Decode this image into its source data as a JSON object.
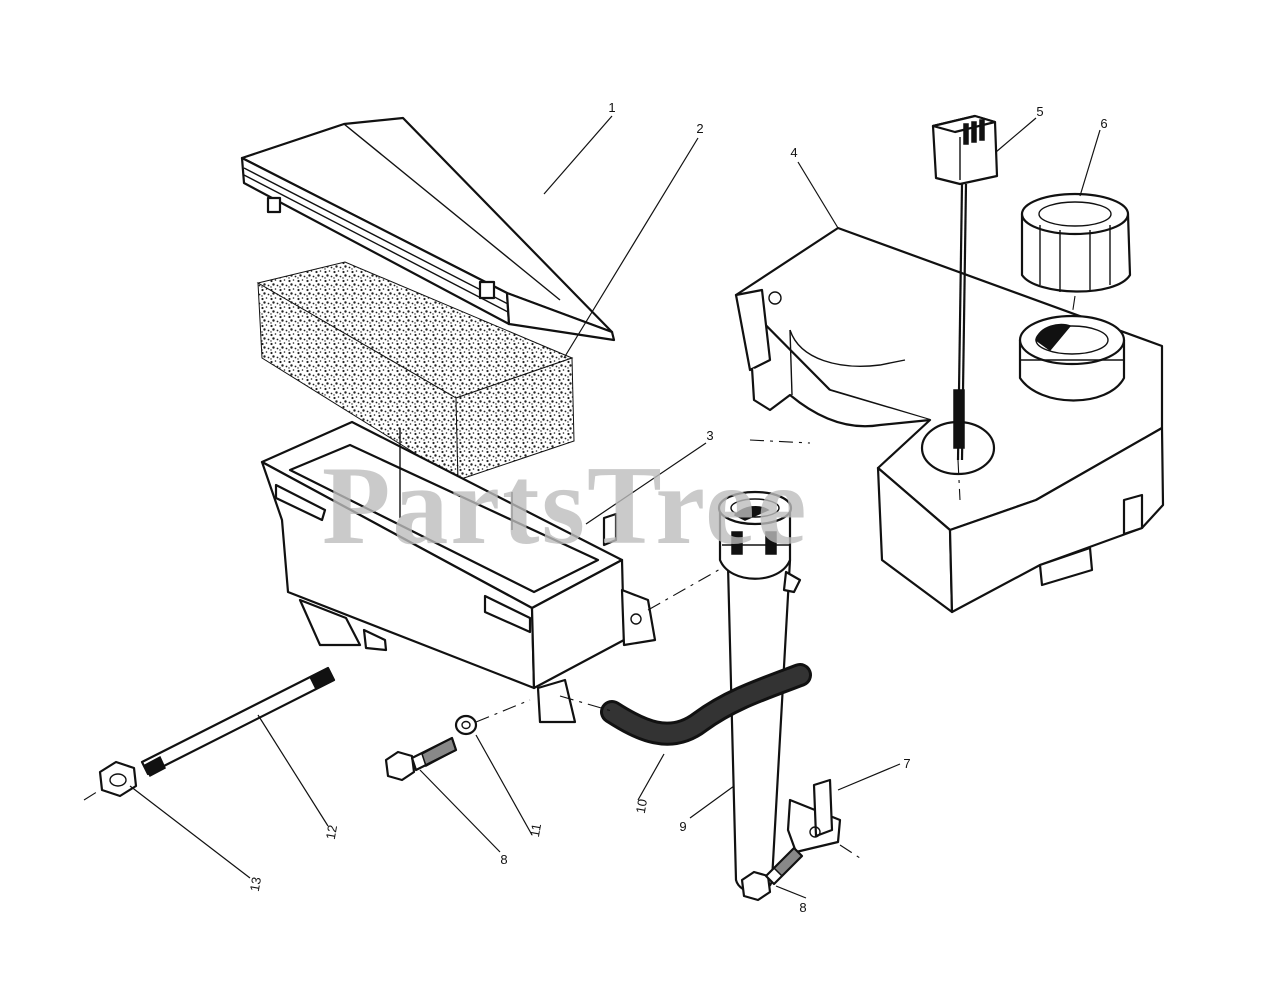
{
  "watermark": "PartsTree",
  "callouts": [
    {
      "id": "1",
      "label": "1"
    },
    {
      "id": "2",
      "label": "2"
    },
    {
      "id": "3",
      "label": "3"
    },
    {
      "id": "4",
      "label": "4"
    },
    {
      "id": "5",
      "label": "5"
    },
    {
      "id": "6",
      "label": "6"
    },
    {
      "id": "7",
      "label": "7"
    },
    {
      "id": "8a",
      "label": "8"
    },
    {
      "id": "8b",
      "label": "8"
    },
    {
      "id": "9",
      "label": "9"
    },
    {
      "id": "10",
      "label": "10"
    },
    {
      "id": "11",
      "label": "11"
    },
    {
      "id": "12",
      "label": "12"
    },
    {
      "id": "13",
      "label": "13"
    }
  ]
}
